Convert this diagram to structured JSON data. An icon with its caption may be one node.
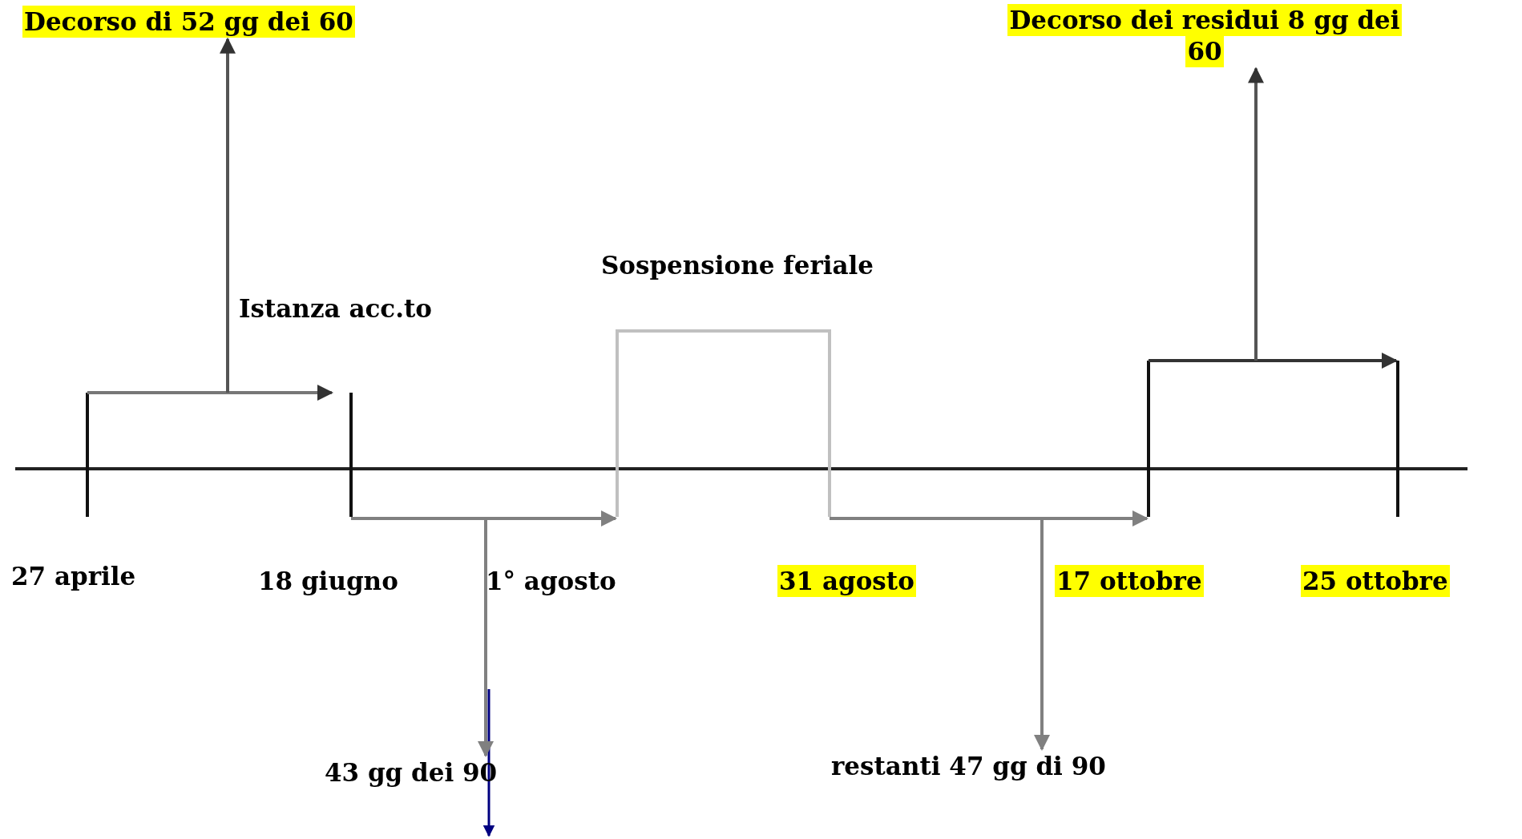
{
  "diagram": {
    "nodes": [
      {
        "text": [
          "Decorso di 52 gg dei 60"
        ]
      },
      {
        "text": [
          "Decorso dei residui 8 gg dei 60"
        ]
      },
      {
        "text": [
          "Istanza acc.to"
        ]
      },
      {
        "text": [
          "Sospensione feriale"
        ]
      },
      {
        "text": [
          "27 aprile"
        ]
      },
      {
        "text": [
          "18 giugno"
        ]
      },
      {
        "text": [
          "1° agosto"
        ]
      },
      {
        "text": [
          "31 agosto"
        ]
      },
      {
        "text": [
          "17 ottobre"
        ]
      },
      {
        "text": [
          "25 ottobre"
        ]
      },
      {
        "text": [
          "43 gg dei 90"
        ]
      },
      {
        "text": [
          "restanti 47 gg di 90"
        ]
      }
    ],
    "edges": [
      {
        "from": null,
        "to": 0,
        "arrow": "to"
      },
      {
        "from": null,
        "to": 1,
        "arrow": "to"
      },
      {
        "from": null,
        "to": 10,
        "arrow": "to"
      },
      {
        "from": null,
        "to": 11,
        "arrow": "to"
      }
    ]
  }
}
